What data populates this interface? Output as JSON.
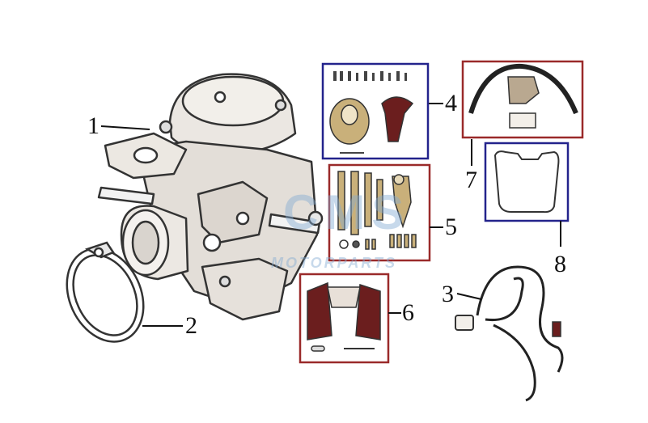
{
  "callouts": {
    "c1": "1",
    "c2": "2",
    "c3": "3",
    "c4": "4",
    "c5": "5",
    "c6": "6",
    "c7": "7",
    "c8": "8"
  },
  "watermark": {
    "brand": "CMS",
    "sub": "MOTORPARTS"
  },
  "colors": {
    "box_blue": "#23238c",
    "box_red": "#9a2a2a",
    "line": "#111111",
    "part_fill": "#e9e5e0",
    "part_stroke": "#333333",
    "rubber": "#6b1e1e",
    "brass": "#c9b07a",
    "watermark": "#8fb4d8"
  }
}
